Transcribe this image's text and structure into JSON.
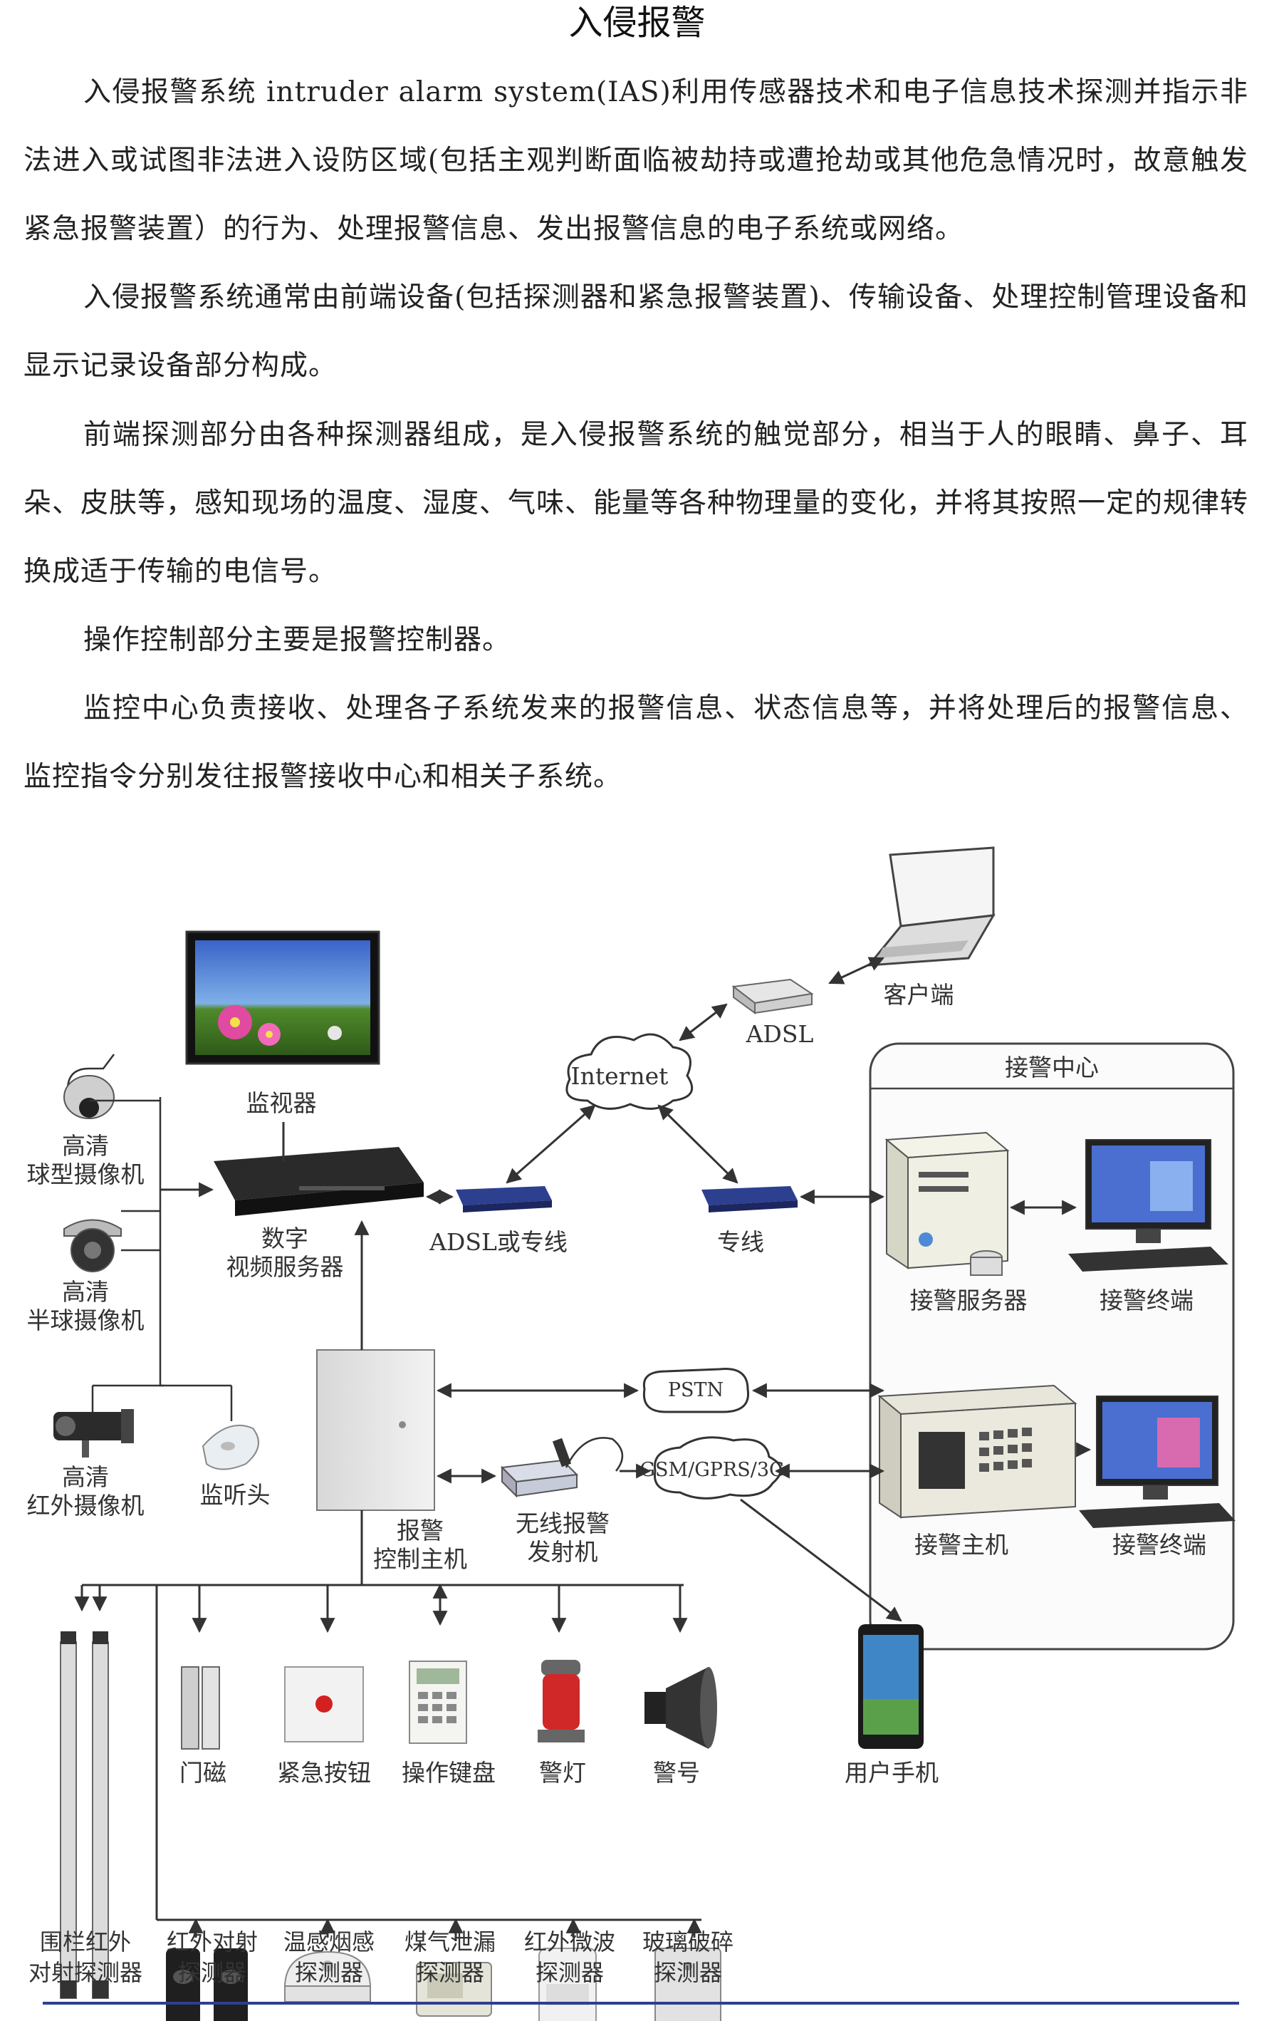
{
  "document": {
    "title": "入侵报警",
    "paragraphs": [
      "入侵报警系统 intruder alarm system(IAS)利用传感器技术和电子信息技术探测并指示非法进入或试图非法进入设防区域(包括主观判断面临被劫持或遭抢劫或其他危急情况时，故意触发紧急报警装置）的行为、处理报警信息、发出报警信息的电子系统或网络。",
      "入侵报警系统通常由前端设备(包括探测器和紧急报警装置)、传输设备、处理控制管理设备和显示记录设备部分构成。",
      "前端探测部分由各种探测器组成，是入侵报警系统的触觉部分，相当于人的眼睛、鼻子、耳朵、皮肤等，感知现场的温度、湿度、气味、能量等各种物理量的变化，并将其按照一定的规律转换成适于传输的电信号。",
      "操作控制部分主要是报警控制器。",
      "监控中心负责接收、处理各子系统发来的报警信息、状态信息等，并将处理后的报警信息、监控指令分别发往报警接收中心和相关子系统。"
    ]
  },
  "diagram": {
    "monitor": "监视器",
    "dvs": [
      "数字",
      "视频服务器"
    ],
    "cam_dome": [
      "高清",
      "球型摄像机"
    ],
    "cam_half": [
      "高清",
      "半球摄像机"
    ],
    "cam_ir": [
      "高清",
      "红外摄像机"
    ],
    "pickup": "监听头",
    "internet": "Internet",
    "adsl": "ADSL",
    "client": "客户端",
    "adsl_line": "ADSL或专线",
    "dedicated": "专线",
    "center_title": "接警中心",
    "recv_server": "接警服务器",
    "recv_terminal_1": "接警终端",
    "recv_host": "接警主机",
    "recv_terminal_2": "接警终端",
    "pstn": "PSTN",
    "gsm": "GSM/GPRS/3G",
    "alarm_host": [
      "报警",
      "控制主机"
    ],
    "wireless": [
      "无线报警",
      "发射机"
    ],
    "phone": "用户手机",
    "door": "门磁",
    "button": "紧急按钮",
    "keypad": "操作键盘",
    "lamp": "警灯",
    "siren": "警号",
    "fence": [
      "围栏红外",
      "对射探测器"
    ],
    "ir_beam": [
      "红外对射",
      "探测器"
    ],
    "smoke": [
      "温感烟感",
      "探测器"
    ],
    "gas": [
      "煤气泄漏",
      "探测器"
    ],
    "pir": [
      "红外微波",
      "探测器"
    ],
    "glass": [
      "玻璃破碎",
      "探测器"
    ],
    "colors": {
      "accent_blue": "#2d3f8f",
      "line": "#333333",
      "panel": "#f4f4f4"
    }
  }
}
